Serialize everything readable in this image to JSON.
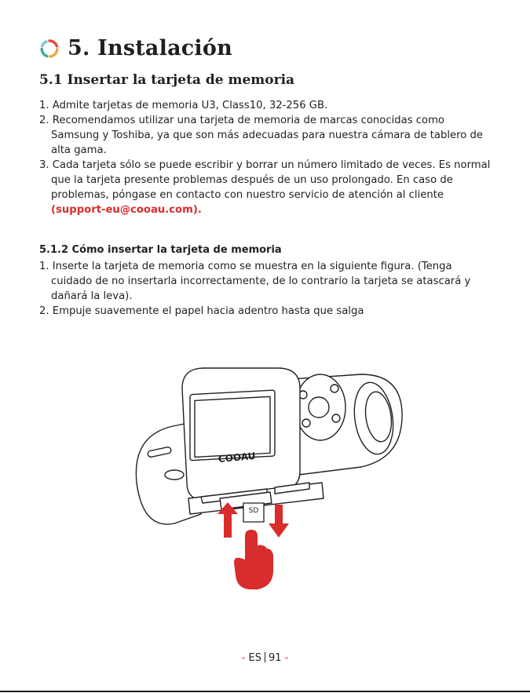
{
  "heading": {
    "number_title": "5. Instalación",
    "icon": "ring-logo-icon"
  },
  "subsection_1": {
    "title": "5.1 Insertar la tarjeta de memoria",
    "items": [
      "1. Admite tarjetas de memoria U3, Class10, 32-256 GB.",
      "2. Recomendamos utilizar una tarjeta de memoria de marcas conocidas como Samsung y Toshiba, ya que son más adecuadas para nuestra cámara de tablero de alta gama.",
      "3. Cada tarjeta sólo se puede escribir y borrar un número limitado de veces. Es normal que la tarjeta presente problemas después de un uso prolongado. En caso de problemas, póngase en contacto con nuestro servicio de atención al cliente "
    ],
    "support_email": "(support-eu@cooau.com)."
  },
  "subsection_2": {
    "title": "5.1.2 Cómo insertar la tarjeta de memoria",
    "items": [
      "1. Inserte la tarjeta de memoria como se muestra en la siguiente figura. (Tenga cuidado de no insertarla incorrectamente, de lo contrario la tarjeta se atascará y dañará la leva).",
      "2. Empuje suavemente el papel hacia adentro hasta que salga"
    ]
  },
  "illustration": {
    "brand": "COOAU",
    "card_label": "SD",
    "accent_color": "#d92c2c"
  },
  "footer": {
    "dash_left": "- ",
    "language": "ES",
    "page_number": "91",
    "dash_right": " -"
  }
}
